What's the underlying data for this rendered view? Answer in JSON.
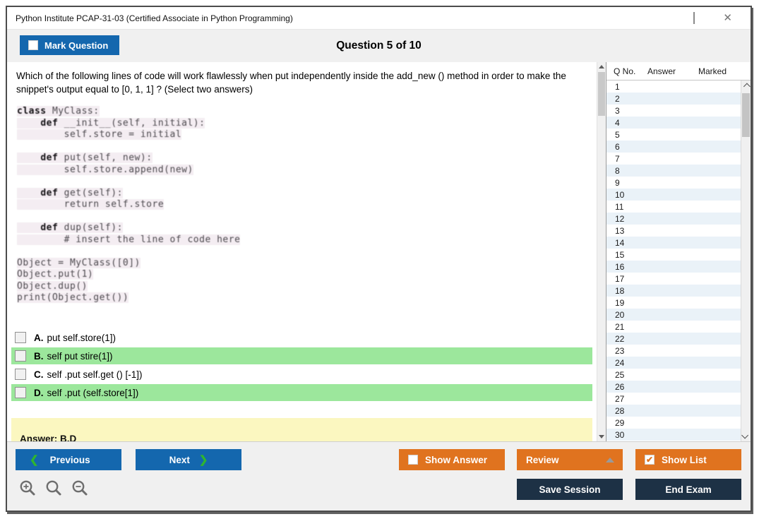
{
  "window": {
    "title": "Python Institute PCAP-31-03 (Certified Associate in Python Programming)"
  },
  "header": {
    "mark_question_label": "Mark Question",
    "question_counter": "Question 5 of 10"
  },
  "question": {
    "text": "Which of the following lines of code will work flawlessly when put independently inside the add_new () method in order to make the snippet's output equal to [0, 1, 1] ? (Select two answers)",
    "options": [
      {
        "letter": "A.",
        "text": "put self.store(1])",
        "correct": false
      },
      {
        "letter": "B.",
        "text": "self put stire(1])",
        "correct": true
      },
      {
        "letter": "C.",
        "text": "self .put self.get () [-1])",
        "correct": false
      },
      {
        "letter": "D.",
        "text": "self .put (self.store[1])",
        "correct": true
      }
    ],
    "answer_label": "Answer: B,D"
  },
  "code": {
    "lines": [
      "class MyClass:",
      "    def __init__(self, initial):",
      "        self.store = initial",
      "",
      "    def put(self, new):",
      "        self.store.append(new)",
      "",
      "    def get(self):",
      "        return self.store",
      "",
      "    def dup(self):",
      "        # insert the line of code here",
      "",
      "Object = MyClass([0])",
      "Object.put(1)",
      "Object.dup()",
      "print(Object.get())"
    ]
  },
  "question_list": {
    "headers": {
      "qno": "Q No.",
      "answer": "Answer",
      "marked": "Marked"
    },
    "row_numbers": [
      1,
      2,
      3,
      4,
      5,
      6,
      7,
      8,
      9,
      10,
      11,
      12,
      13,
      14,
      15,
      16,
      17,
      18,
      19,
      20,
      21,
      22,
      23,
      24,
      25,
      26,
      27,
      28,
      29,
      30
    ]
  },
  "footer": {
    "previous_label": "Previous",
    "next_label": "Next",
    "prev_chevron": "❮",
    "next_chevron": "❯",
    "show_answer_label": "Show Answer",
    "review_label": "Review",
    "show_list_label": "Show List",
    "show_list_checkmark": "✔",
    "save_session_label": "Save Session",
    "end_exam_label": "End Exam"
  },
  "colors": {
    "accent_blue": "#1467AE",
    "accent_orange": "#E0731F",
    "navy": "#1D3145",
    "correct_green": "#9CE79C",
    "answer_yellow": "#FBF7C0",
    "chevron_green": "#2FB52F",
    "row_alt_blue": "#EAF2F8"
  }
}
